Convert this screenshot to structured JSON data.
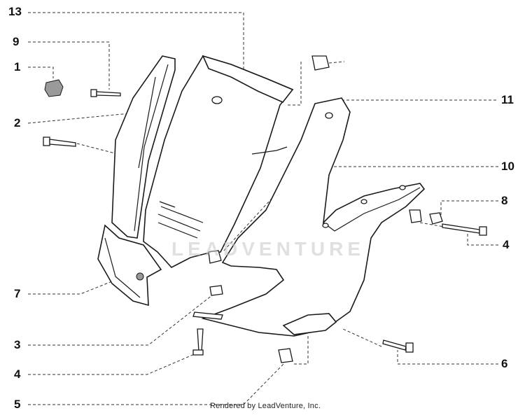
{
  "callouts": {
    "c13": "13",
    "c9": "9",
    "c1": "1",
    "c2": "2",
    "c11": "11",
    "c10": "10",
    "c8": "8",
    "c4a": "4",
    "c7": "7",
    "c3": "3",
    "c4b": "4",
    "c6": "6",
    "c5": "5"
  },
  "credit": "Rendered by LeadVenture, Inc.",
  "watermark": "LEADVENTURE",
  "colors": {
    "line": "#1a1a1a",
    "background": "#ffffff",
    "watermark": "#c8c8c8"
  }
}
